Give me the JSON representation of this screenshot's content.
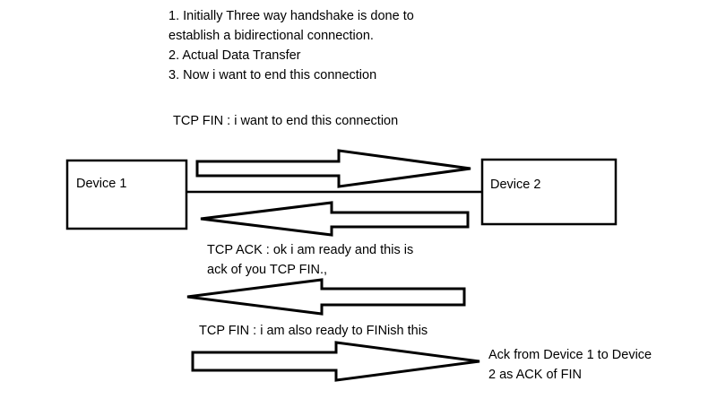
{
  "notes": [
    "1. Initially Three way handshake is done to",
    "establish a bidirectional connection.",
    "2. Actual Data Transfer",
    "3. Now i want to end this connection"
  ],
  "devices": {
    "device1": "Device 1",
    "device2": "Device 2"
  },
  "messages": {
    "fin1": "TCP FIN  : i want to end this connection",
    "ack1_line1": "TCP ACK  : ok i am ready and this is",
    "ack1_line2": "ack of you TCP FIN.,",
    "fin2": "TCP FIN : i am also ready to FINish this",
    "ack2_line1": "Ack from Device 1 to Device",
    "ack2_line2": "2 as ACK of FIN"
  }
}
